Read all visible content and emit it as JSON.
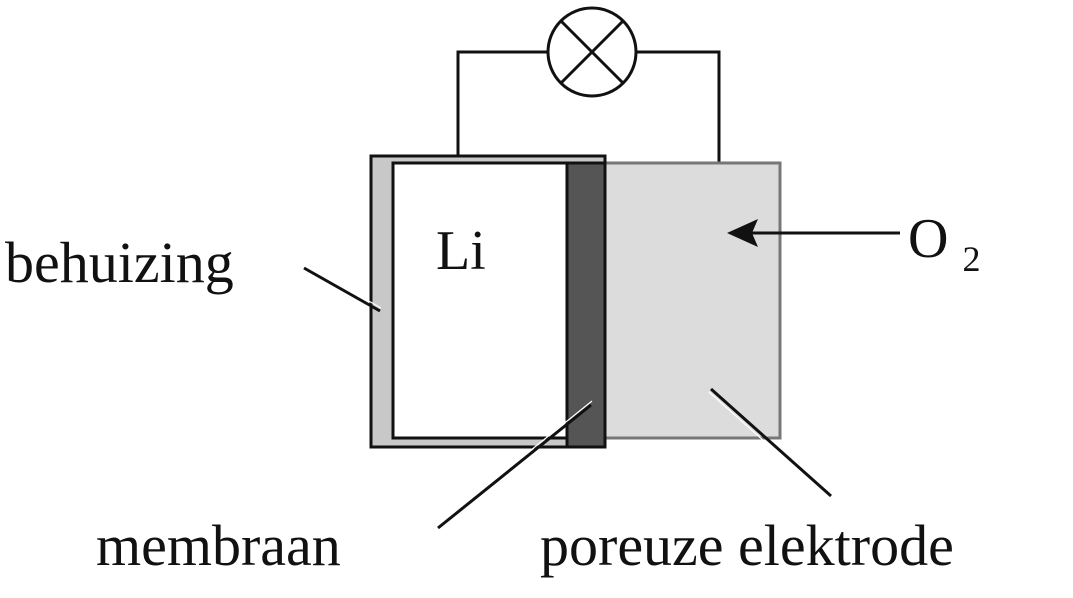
{
  "labels": {
    "housing": "behuizing",
    "lithium": "Li",
    "oxygen_main": "O",
    "oxygen_subscript": "2",
    "membrane": "membraan",
    "porous_electrode": "poreuze elektrode"
  },
  "colors": {
    "outline": "#111111",
    "housing_fill": "#c8c8c8",
    "membrane_fill": "#555555",
    "electrode_fill": "#dcdcdc",
    "lithium_fill": "#ffffff",
    "background": "#ffffff"
  },
  "icons": {
    "lamp": "lamp-icon",
    "arrow": "arrow-left-icon"
  }
}
